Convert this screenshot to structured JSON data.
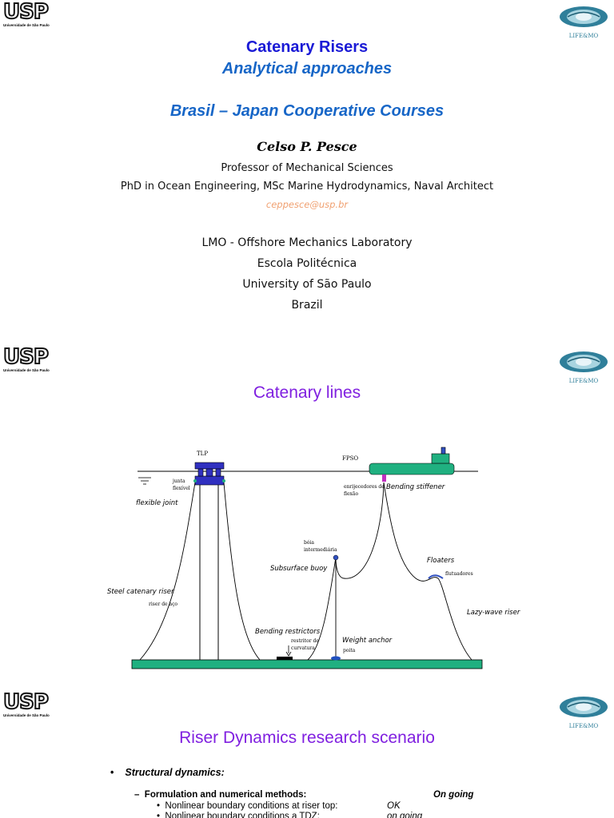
{
  "slide1": {
    "logo_left": {
      "text": "USP",
      "subtext": "Universidade de São Paulo"
    },
    "logo_right": {
      "text": "LIFE&MO"
    },
    "title": "Catenary Risers",
    "subtitle": "Analytical approaches",
    "course": "Brasil – Japan Cooperative Courses",
    "author": "Celso P. Pesce",
    "position": "Professor of Mechanical Sciences",
    "degrees": "PhD in Ocean Engineering, MSc Marine Hydrodynamics, Naval Architect",
    "email": "ceppesce@usp.br",
    "affiliation": [
      "LMO - Offshore Mechanics Laboratory",
      "Escola Politécnica",
      "University of São Paulo",
      "Brazil"
    ]
  },
  "slide2": {
    "logo_left": {
      "text": "USP",
      "subtext": "Universidade de São Paulo"
    },
    "logo_right": {
      "text": "LIFE&MO"
    },
    "title": "Catenary lines",
    "diagram": {
      "tlp": "TLP",
      "fpso": "FPSO",
      "junta": "junta\nflexível",
      "flexible_joint": "flexible joint",
      "enrijecedores": "enrijecedores de\nflexão",
      "bending_stiffener": "Bending stiffener",
      "boia": "bóia\nintermediária",
      "subsurface_buoy": "Subsurface buoy",
      "floaters": "Floaters",
      "flutuadores": "flutuadores",
      "steel_catenary": "Steel catenary riser",
      "riser_aco": "riser de aço",
      "lazy_wave": "Lazy-wave riser",
      "bending_restrictors": "Bending restrictors",
      "restritor": "restritor de\ncurvatura",
      "weight_anchor": "Weight anchor",
      "poita": "poita"
    },
    "colors": {
      "seabed": "#20b080",
      "platform": "#3030c0",
      "vessel": "#20b080",
      "buoy": "#3050c0"
    }
  },
  "slide3": {
    "logo_left": {
      "text": "USP",
      "subtext": "Universidade de São Paulo"
    },
    "logo_right": {
      "text": "LIFE&MO"
    },
    "title": "Riser Dynamics research scenario",
    "bullet": "Structural dynamics:",
    "sub_bullet": "Formulation and numerical methods:",
    "sub_status": "On going",
    "items": [
      {
        "label": "Nonlinear  boundary conditions  at riser top:",
        "status": "OK"
      },
      {
        "label": "Nonlinear boundary conditions a TDZ:",
        "status": "on going"
      }
    ]
  }
}
